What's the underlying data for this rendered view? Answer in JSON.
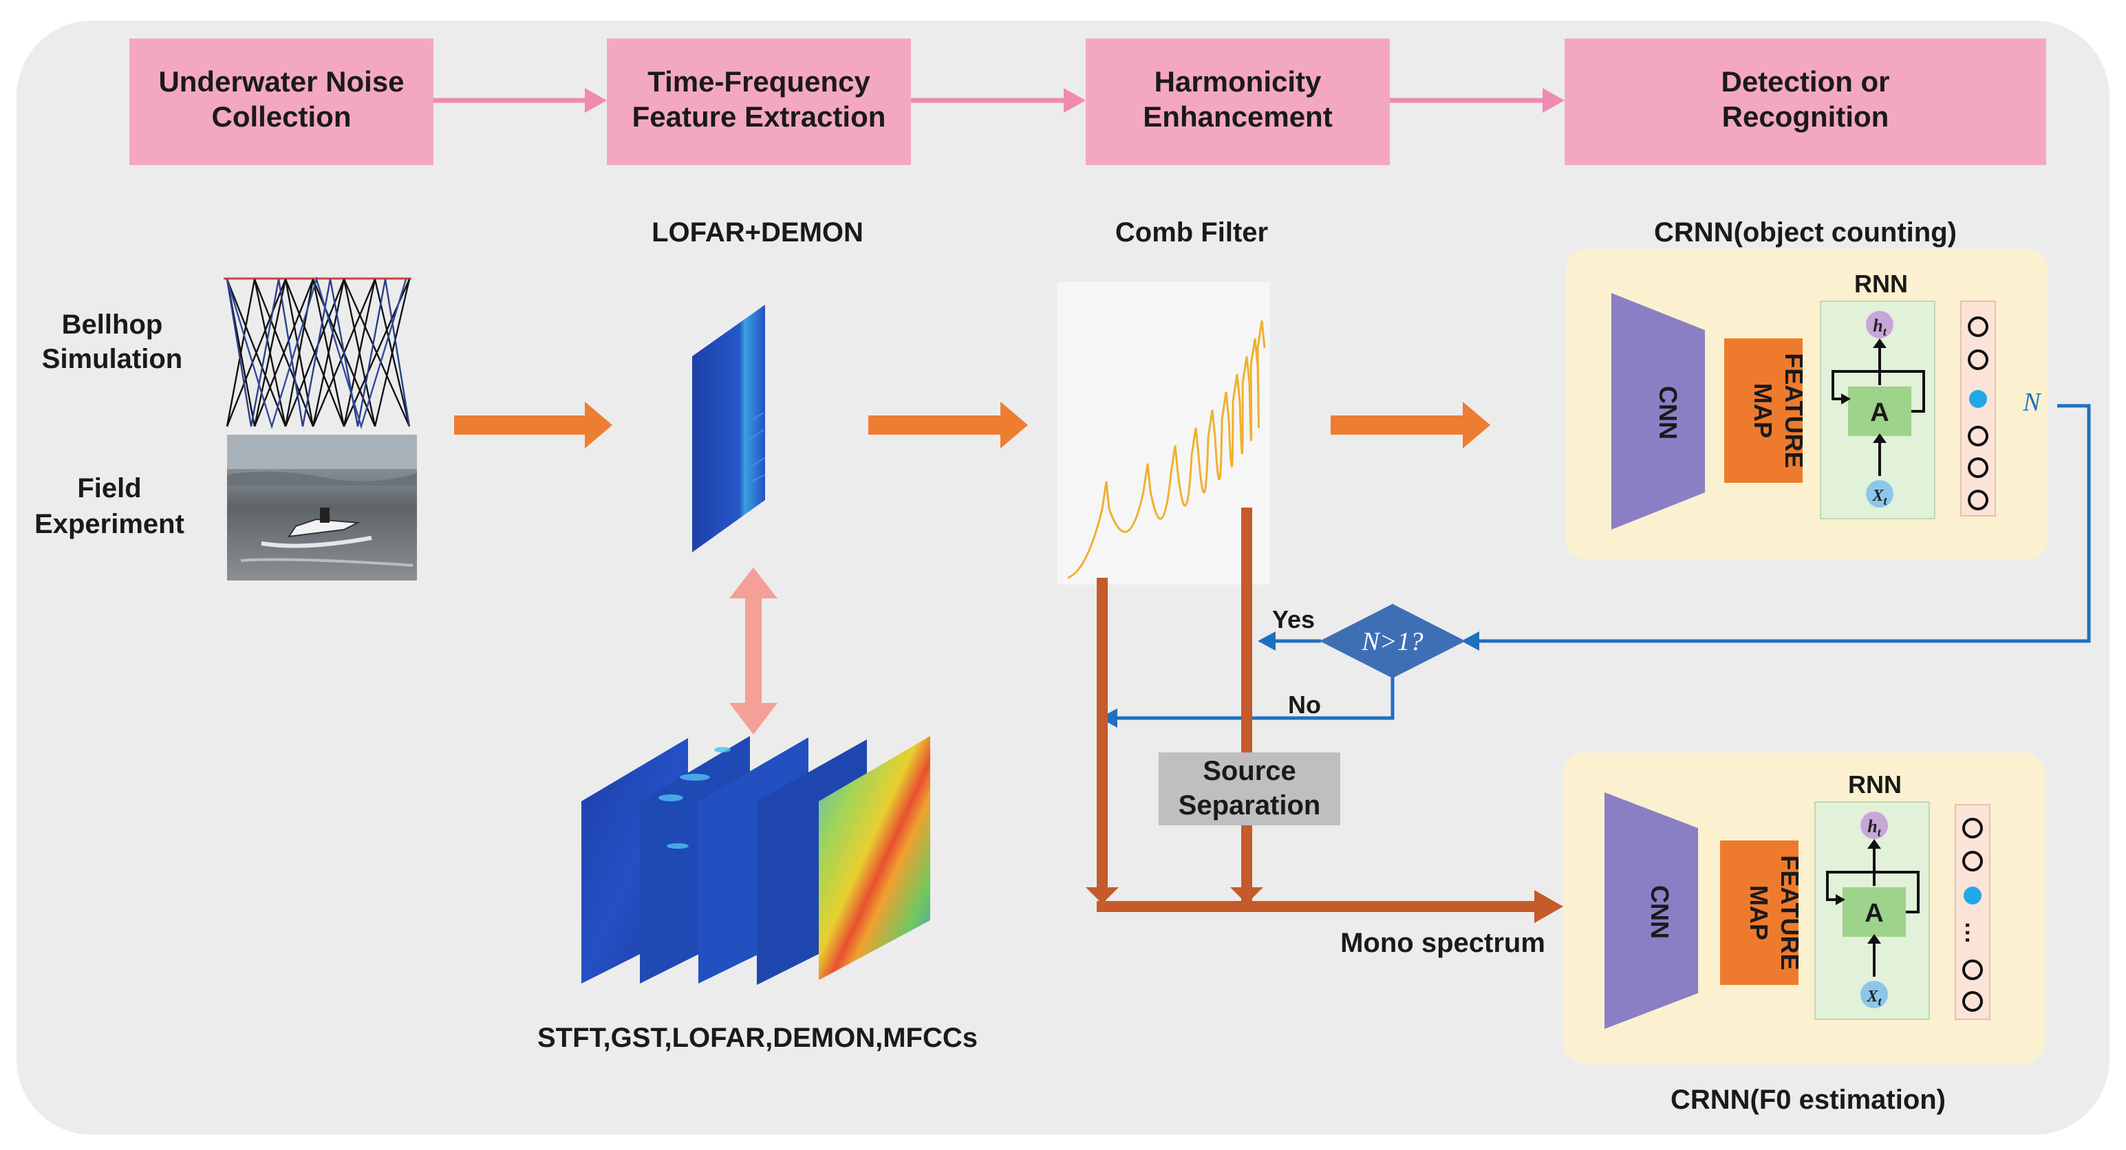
{
  "stages": [
    {
      "line1": "Underwater Noise",
      "line2": "Collection"
    },
    {
      "line1": "Time-Frequency",
      "line2": "Feature Extraction"
    },
    {
      "line1": "Harmonicity",
      "line2": "Enhancement"
    },
    {
      "line1": "Detection or",
      "line2": "Recognition"
    }
  ],
  "sources": {
    "bellhop_line1": "Bellhop",
    "bellhop_line2": "Simulation",
    "field_line1": "Field",
    "field_line2": "Experiment"
  },
  "labels": {
    "lofar_demon": "LOFAR+DEMON",
    "comb_filter": "Comb Filter",
    "crnn_count": "CRNN(object counting)",
    "crnn_f0": "CRNN(F0 estimation)",
    "features": "STFT,GST,LOFAR,DEMON,MFCCs",
    "mono_spectrum": "Mono spectrum",
    "source_sep_line1": "Source",
    "source_sep_line2": "Separation",
    "decision": "N>1?",
    "yes": "Yes",
    "no": "No",
    "n_out": "N"
  },
  "crnn_top": {
    "cnn": "CNN",
    "feature_map_line1": "FEATURE",
    "feature_map_line2": "MAP",
    "rnn": "RNN",
    "cell": "A",
    "h": "h",
    "h_sub": "t",
    "x": "X",
    "x_sub": "t"
  },
  "crnn_bottom": {
    "cnn": "CNN",
    "feature_map_line1": "FEATURE",
    "feature_map_line2": "MAP",
    "rnn": "RNN",
    "cell": "A",
    "h": "h",
    "h_sub": "t",
    "x": "X",
    "x_sub": "t",
    "ellipsis": "…"
  },
  "colors": {
    "stage_box": "#f4a7c3",
    "stage_arrow": "#f08ab0",
    "orange_arrow": "#ed7d31",
    "red_line": "#c55a2b",
    "blue_line": "#1f6fbf",
    "crnn_panel": "#fbf0cf",
    "cnn_trap": "#8a7fc4",
    "feature_map": "#ee7b2d",
    "rnn_panel": "#e2f1d9",
    "cell": "#9dd38a",
    "decision": "#3e6fb5",
    "source_sep": "#bfbfbf"
  }
}
